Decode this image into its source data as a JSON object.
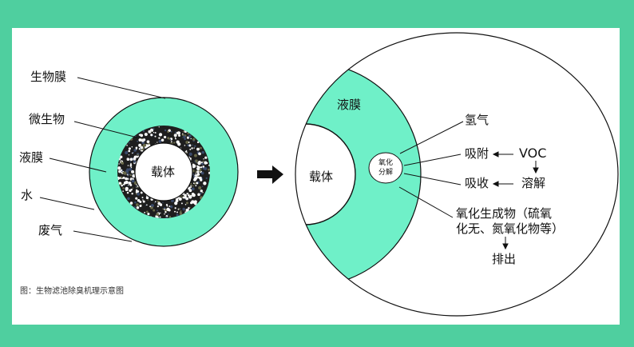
{
  "colors": {
    "frame": "#4fcf9f",
    "liquid_film": "#6ff0c8",
    "outline": "#111111"
  },
  "left": {
    "labels": [
      "生物膜",
      "微生物",
      "液膜",
      "水",
      "废气"
    ],
    "carrier": "载体"
  },
  "right": {
    "liquid_film": "液膜",
    "carrier": "载体",
    "core_line1": "氧化",
    "core_line2": "分解",
    "oxygen": "氢气",
    "adsorption": "吸附",
    "voc": "VOC",
    "absorption": "吸收",
    "dissolve": "溶解",
    "products_line1": "氧化生成物（硫氧",
    "products_line2": "化无、氮氧化物等）",
    "discharge": "排出"
  },
  "caption": "图：生物滤池除臭机理示意图"
}
